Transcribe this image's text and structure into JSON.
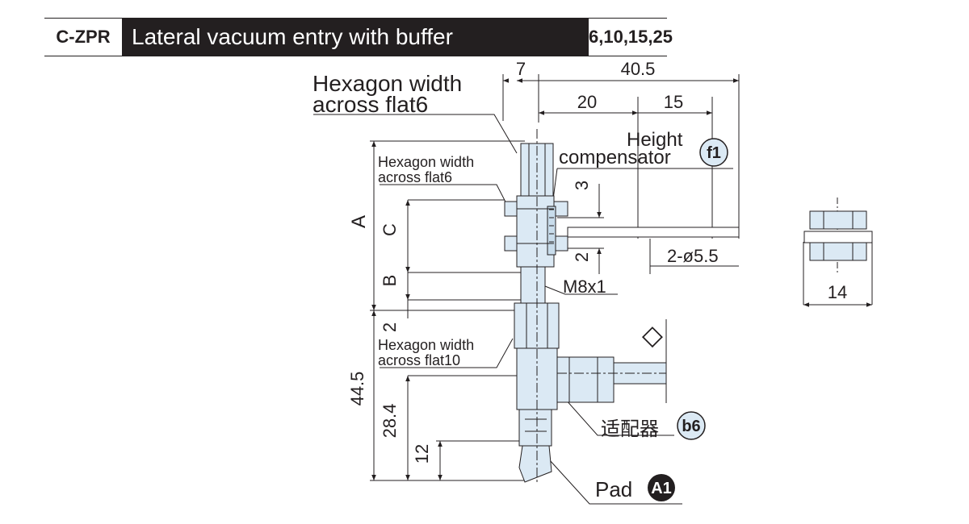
{
  "header": {
    "code": "C-ZPR",
    "title": "Lateral vacuum entry with buffer",
    "sizes": "6,10,15,25"
  },
  "labels": {
    "hex_top_line1": "Hexagon width",
    "hex_top_line2": "across flat6",
    "hex_small_line1": "Hexagon width",
    "hex_small_line2": "across flat6",
    "hex10_line1": "Hexagon width",
    "hex10_line2": "across flat10",
    "height_comp_line1": "Height",
    "height_comp_line2": "compensator",
    "f1_badge": "f1",
    "adapter": "适配器",
    "b6_badge": "b6",
    "pad": "Pad",
    "a1_badge": "A1",
    "thread": "M8x1",
    "holes": "2-ø5.5"
  },
  "dimensions": {
    "d7": "7",
    "d40_5": "40.5",
    "d20": "20",
    "d15": "15",
    "d3": "3",
    "d2_upper": "2",
    "d_A": "A",
    "d_C": "C",
    "d_B": "B",
    "d2_lower": "2",
    "d44_5": "44.5",
    "d28_4": "28.4",
    "d12": "12",
    "d14": "14",
    "diamond": "◇"
  },
  "colors": {
    "line": "#231f20",
    "part_fill": "#dbe9f4",
    "header_bg": "#231f20"
  }
}
